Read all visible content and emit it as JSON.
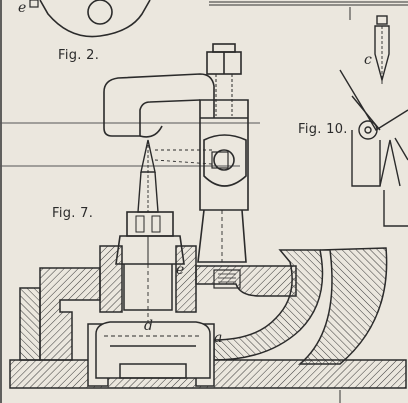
{
  "figures": {
    "fig2": "Fig. 2.",
    "fig7": "Fig. 7.",
    "fig10": "Fig. 10."
  },
  "part_letters": {
    "e_top": "e",
    "c_right": "c",
    "e_mid": "e",
    "d": "d",
    "a": "a"
  },
  "colors": {
    "paper": "#ebe7de",
    "ink": "#2b2b2b"
  }
}
